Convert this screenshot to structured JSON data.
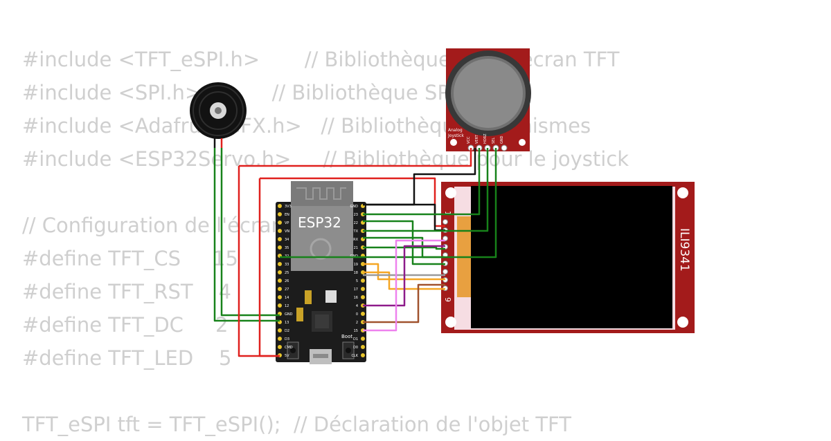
{
  "code_lines": [
    "#include <TFT_eSPI.h>       // Bibliothèque pour l'écran TFT",
    "#include <SPI.h>           // Bibliothèque SPI",
    "#include <Adafruit_GFX.h>   // Bibliothèque graphismes",
    "#include <ESP32Servo.h>     // Bibliothèque pour le joystick",
    "",
    "// Configuration de l'écran",
    "#define TFT_CS     15",
    "#define TFT_RST    4",
    "#define TFT_DC     2",
    "#define TFT_LED    5",
    "",
    "TFT_eSPI tft = TFT_eSPI();  // Déclaration de l'objet TFT"
  ],
  "esp32": {
    "label": "ESP32",
    "boot_label": "Boot",
    "left_pins": [
      "3V3",
      "EN",
      "VP",
      "VN",
      "34",
      "35",
      "32",
      "33",
      "25",
      "26",
      "27",
      "14",
      "12",
      "GND",
      "13",
      "D2",
      "D3",
      "CMD",
      "5V"
    ],
    "right_pins": [
      "GND",
      "23",
      "22",
      "TX",
      "RX",
      "21",
      "GND",
      "19",
      "18",
      "5",
      "17",
      "16",
      "4",
      "0",
      "2",
      "15",
      "D1",
      "D0",
      "CLK"
    ]
  },
  "joystick": {
    "label_line1": "Analog",
    "label_line2": "Joystick",
    "pins": [
      "VCC",
      "VERT",
      "HORZ",
      "SEL",
      "GND"
    ]
  },
  "tft": {
    "label": "ILI9341",
    "pin_first": "1",
    "pin_last": "9"
  },
  "buzzer": {},
  "colors": {
    "background": "#ffffff",
    "code_text": "#cfcfcf",
    "pcb_red": "#a31b1b",
    "esp_board": "#1c1c1c",
    "wire_green": "#17821a",
    "wire_red": "#e0201d",
    "wire_black": "#111111",
    "wire_orange": "#f5a623",
    "wire_purple": "#8e1b8a",
    "wire_pink": "#ee82ee",
    "wire_brown": "#a0522d",
    "wire_gray": "#9a9a9a"
  }
}
